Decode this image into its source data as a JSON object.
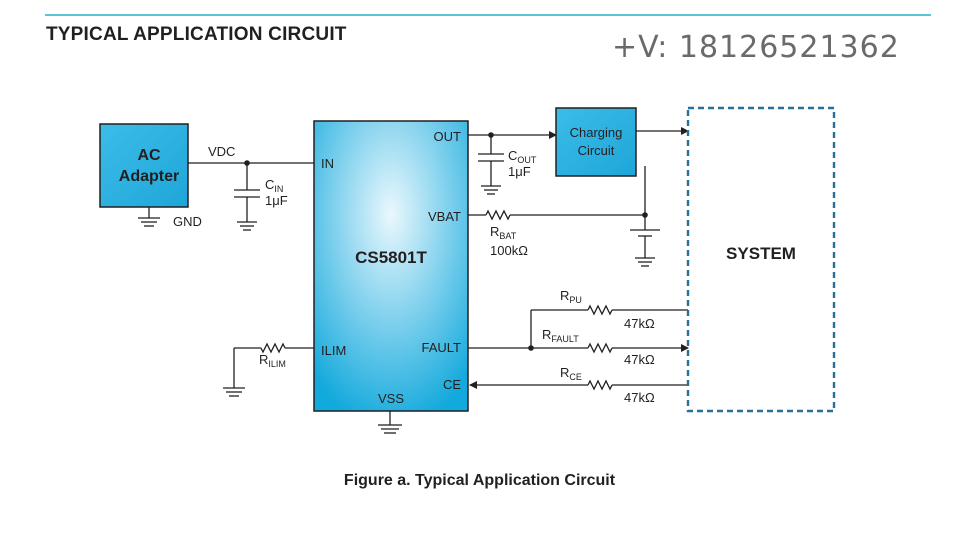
{
  "header": {
    "title": "TYPICAL APPLICATION CIRCUIT",
    "contact": "+V: 18126521362"
  },
  "diagram": {
    "adapter": {
      "line1": "AC",
      "line2": "Adapter",
      "gnd": "GND",
      "vdc": "VDC"
    },
    "cin": {
      "name": "C",
      "sub": "IN",
      "value": "1μF"
    },
    "ic": {
      "name": "CS5801T",
      "pins": {
        "in": "IN",
        "out": "OUT",
        "vbat": "VBAT",
        "ilim": "ILIM",
        "fault": "FAULT",
        "ce": "CE",
        "vss": "VSS"
      }
    },
    "cout": {
      "name": "C",
      "sub": "OUT",
      "value": "1μF"
    },
    "charging": {
      "line1": "Charging",
      "line2": "Circuit"
    },
    "rbat": {
      "name": "R",
      "sub": "BAT",
      "value": "100kΩ"
    },
    "rilim": {
      "name": "R",
      "sub": "ILIM"
    },
    "rpu": {
      "name": "R",
      "sub": "PU",
      "value": "47kΩ"
    },
    "rfault": {
      "name": "R",
      "sub": "FAULT",
      "value": "47kΩ"
    },
    "rce": {
      "name": "R",
      "sub": "CE",
      "value": "47kΩ"
    },
    "system": {
      "label": "SYSTEM"
    }
  },
  "caption": "Figure a. Typical Application Circuit",
  "colors": {
    "accent_line": "#5bc3d6",
    "ic_fill_light": "#e8f7fc",
    "ic_fill_dark": "#12a9dc",
    "block_fill": "#3dbbe8",
    "system_border": "#2a6f95"
  }
}
